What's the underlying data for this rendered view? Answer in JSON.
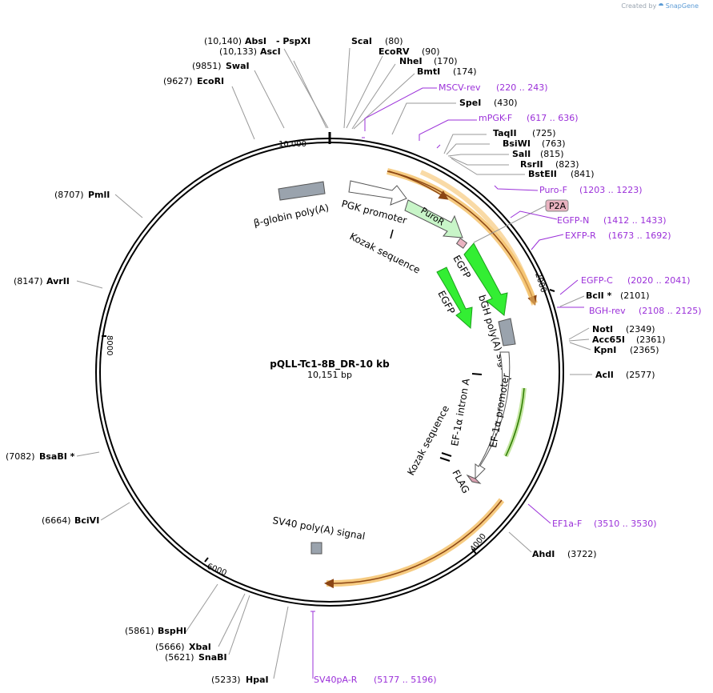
{
  "credit": {
    "prefix": "Created by",
    "brand": "SnapGene"
  },
  "plasmid": {
    "name": "pQLL-Tc1-8B_DR-10 kb",
    "size_label": "10,151 bp",
    "length": 10151
  },
  "ticks": [
    {
      "bp": 0,
      "label": "10,000"
    },
    {
      "bp": 2151,
      "label": "2000"
    },
    {
      "bp": 4151,
      "label": "4000"
    },
    {
      "bp": 6151,
      "label": "6000"
    },
    {
      "bp": 8151,
      "label": "8000"
    }
  ],
  "enzymes": [
    {
      "name": "AbsI",
      "pos": "(10,140)",
      "suffix": "- PspXI"
    },
    {
      "name": "AscI",
      "pos": "(10,133)"
    },
    {
      "name": "SwaI",
      "pos": "(9851)"
    },
    {
      "name": "EcoRI",
      "pos": "(9627)"
    },
    {
      "name": "ScaI",
      "pos": "(80)"
    },
    {
      "name": "EcoRV",
      "pos": "(90)"
    },
    {
      "name": "NheI",
      "pos": "(170)"
    },
    {
      "name": "BmtI",
      "pos": "(174)"
    },
    {
      "name": "SpeI",
      "pos": "(430)"
    },
    {
      "name": "TaqII",
      "pos": "(725)"
    },
    {
      "name": "BsiWI",
      "pos": "(763)"
    },
    {
      "name": "SalI",
      "pos": "(815)"
    },
    {
      "name": "RsrII",
      "pos": "(823)"
    },
    {
      "name": "BstEII",
      "pos": "(841)"
    },
    {
      "name": "BclI *",
      "pos": "(2101)"
    },
    {
      "name": "NotI",
      "pos": "(2349)"
    },
    {
      "name": "Acc65I",
      "pos": "(2361)"
    },
    {
      "name": "KpnI",
      "pos": "(2365)"
    },
    {
      "name": "AclI",
      "pos": "(2577)"
    },
    {
      "name": "AhdI",
      "pos": "(3722)"
    },
    {
      "name": "HpaI",
      "pos": "(5233)"
    },
    {
      "name": "SnaBI",
      "pos": "(5621)"
    },
    {
      "name": "XbaI",
      "pos": "(5666)"
    },
    {
      "name": "BspHI",
      "pos": "(5861)"
    },
    {
      "name": "BciVI",
      "pos": "(6664)"
    },
    {
      "name": "BsaBI *",
      "pos": "(7082)"
    },
    {
      "name": "AvrII",
      "pos": "(8147)"
    },
    {
      "name": "PmlI",
      "pos": "(8707)"
    }
  ],
  "primers": [
    {
      "name": "MSCV-rev",
      "range": "(220 .. 243)"
    },
    {
      "name": "mPGK-F",
      "range": "(617 .. 636)"
    },
    {
      "name": "Puro-F",
      "range": "(1203 .. 1223)"
    },
    {
      "name": "EGFP-N",
      "range": "(1412 .. 1433)"
    },
    {
      "name": "EXFP-R",
      "range": "(1673 .. 1692)"
    },
    {
      "name": "EGFP-C",
      "range": "(2020 .. 2041)"
    },
    {
      "name": "BGH-rev",
      "range": "(2108 .. 2125)"
    },
    {
      "name": "EF1a-F",
      "range": "(3510 .. 3530)"
    },
    {
      "name": "SV40pA-R",
      "range": "(5177 .. 5196)"
    }
  ],
  "features": {
    "p2a": "P2A",
    "beta_globin": "β-globin poly(A)",
    "pgk": "PGK promoter",
    "puror": "PuroR",
    "kozak1": "Kozak sequence",
    "egfp1": "EGFP",
    "egfp2": "EGFP",
    "bgh": "bGH poly(A) signal",
    "ef1a_intron": "EF-1α intron A",
    "ef1a_promoter": "EF-1α promoter",
    "kozak2": "Kozak sequence",
    "flag": "FLAG",
    "sv40": "SV40 poly(A) signal"
  },
  "colors": {
    "backbone": "#000000",
    "enzyme_line": "#999999",
    "primer": "#9b30d9",
    "orf_highlight": "#f5c26b",
    "orf_arrow": "#8b4513",
    "egfp": "#33ee33",
    "puror": "#c8f5c8",
    "polya": "#9aa3ad",
    "p2a": "#e9b3c0"
  }
}
